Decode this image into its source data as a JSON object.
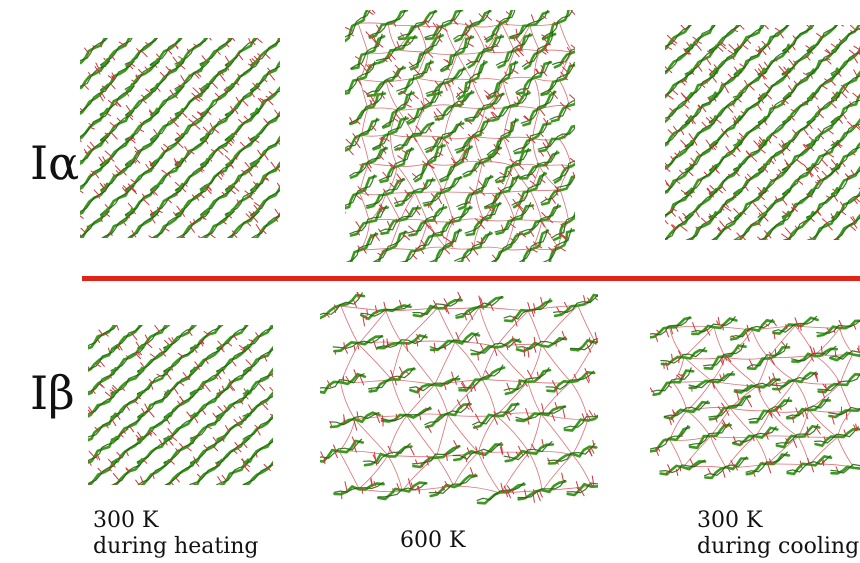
{
  "rows": [
    {
      "label": "Iα"
    },
    {
      "label": "Iβ"
    }
  ],
  "captions": {
    "col1_line1": "300 K",
    "col1_line2": "during heating",
    "col2": "600 K",
    "col3_line1": "300 K",
    "col3_line2": "during cooling"
  },
  "colors": {
    "chain_green": "#3c9a1e",
    "chain_dark": "#1f5c0f",
    "bond_red": "#d0343c",
    "divider": "#e02418"
  }
}
